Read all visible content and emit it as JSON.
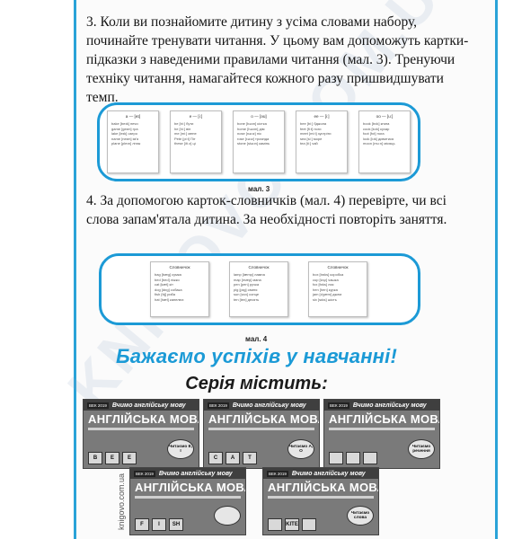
{
  "paragraph_3": "3. Коли ви познайомите дитину з усіма словами набору, починайте тренувати читання. У цьому вам допоможуть картки-підказки з наведеними правилами читання (мал. 3). Тренуючи техніку читання, намагайтеся кожного разу пришвидшувати темп.",
  "figure_3": {
    "caption": "мал. 3",
    "cards": [
      {
        "head": "a — [eɪ]",
        "lines": [
          "bake [beɪk] печи",
          "game [geɪm] гра",
          "lake [leɪk] озеро",
          "name [neɪm] ім'я",
          "plane [pleɪn] літак"
        ]
      },
      {
        "head": "e — [iː]",
        "lines": [
          "be [biː] бути",
          "he [hiː] він",
          "me [miː] мене",
          "Pete [piːt] Піт",
          "these [ðiːz] ці"
        ]
      },
      {
        "head": "o — [əʊ]",
        "lines": [
          "bone [bəʊn] кістка",
          "home [həʊm] дім",
          "nose [nəʊz] ніс",
          "rose [rəʊz] троянда",
          "stone [stəʊn] камінь"
        ]
      },
      {
        "head": "ee — [iː]",
        "lines": [
          "bee [biː] бджола",
          "feet [fiːt] ноги",
          "meet [miːt] зустріти",
          "sea [siː] море",
          "tea [tiː] чай"
        ]
      },
      {
        "head": "oo — [uː]",
        "lines": [
          "book [bʊk] книга",
          "cook [kʊk] кухар",
          "foot [fʊt] нога",
          "look [lʊk] дивитися",
          "moon [muːn] місяць"
        ]
      }
    ]
  },
  "paragraph_4": "4. За допомогою карток-словничків (мал. 4) перевірте, чи всі слова запам'ятала дитина. За необхідності повторіть заняття.",
  "figure_4": {
    "caption": "мал. 4",
    "cards": [
      {
        "head": "Словничок",
        "lines": [
          "bag [bæg] сумка",
          "bed [bed] ліжко",
          "cat [kæt] кіт",
          "dog [dɒg] собака",
          "fish [fɪʃ] риба",
          "hat [hæt] капелюх"
        ]
      },
      {
        "head": "Словничок",
        "lines": [
          "lamp [læmp] лампа",
          "map [mæp] мапа",
          "pen [pen] ручка",
          "pig [pɪg] свиня",
          "sun [sʌn] сонце",
          "ten [ten] десять"
        ]
      },
      {
        "head": "Словничок",
        "lines": [
          "box [bɒks] коробка",
          "cup [kʌp] чашка",
          "fox [fɒks] лис",
          "hen [hen] курка",
          "jam [dʒæm] джем",
          "six [sɪks] шість"
        ]
      }
    ]
  },
  "slogan": "Бажаємо успіхів у навчанні!",
  "series_heading": "Серія містить:",
  "books": [
    {
      "badge": "ВЕК 2019",
      "subtitle": "Вчимо англійську мову",
      "title": "АНГЛІЙСЬКА МОВА",
      "tiles": [
        "B",
        "E",
        "E"
      ],
      "tag": "Читаємо E, I"
    },
    {
      "badge": "ВЕК 2019",
      "subtitle": "Вчимо англійську мову",
      "title": "АНГЛІЙСЬКА МОВА",
      "tiles": [
        "C",
        "A",
        "T"
      ],
      "tag": "Читаємо A, O"
    },
    {
      "badge": "ВЕК 2019",
      "subtitle": "Вчимо англійську мову",
      "title": "АНГЛІЙСЬКА МОВА",
      "tiles": [
        "",
        "",
        ""
      ],
      "tag": "Читаємо речення"
    },
    {
      "badge": "ВЕК 2019",
      "subtitle": "Вчимо англійську мову",
      "title": "АНГЛІЙСЬКА МОВА",
      "tiles": [
        "F",
        "I",
        "SH"
      ],
      "tag": ""
    },
    {
      "badge": "ВЕК 2019",
      "subtitle": "Вчимо англійську мову",
      "title": "АНГЛІЙСЬКА МОВА",
      "tiles": [
        "",
        "KITE",
        ""
      ],
      "tag": "Читаємо слова"
    }
  ],
  "watermark": "KNIGOVO.COM.UA",
  "side_url": "knigovo.com.ua"
}
